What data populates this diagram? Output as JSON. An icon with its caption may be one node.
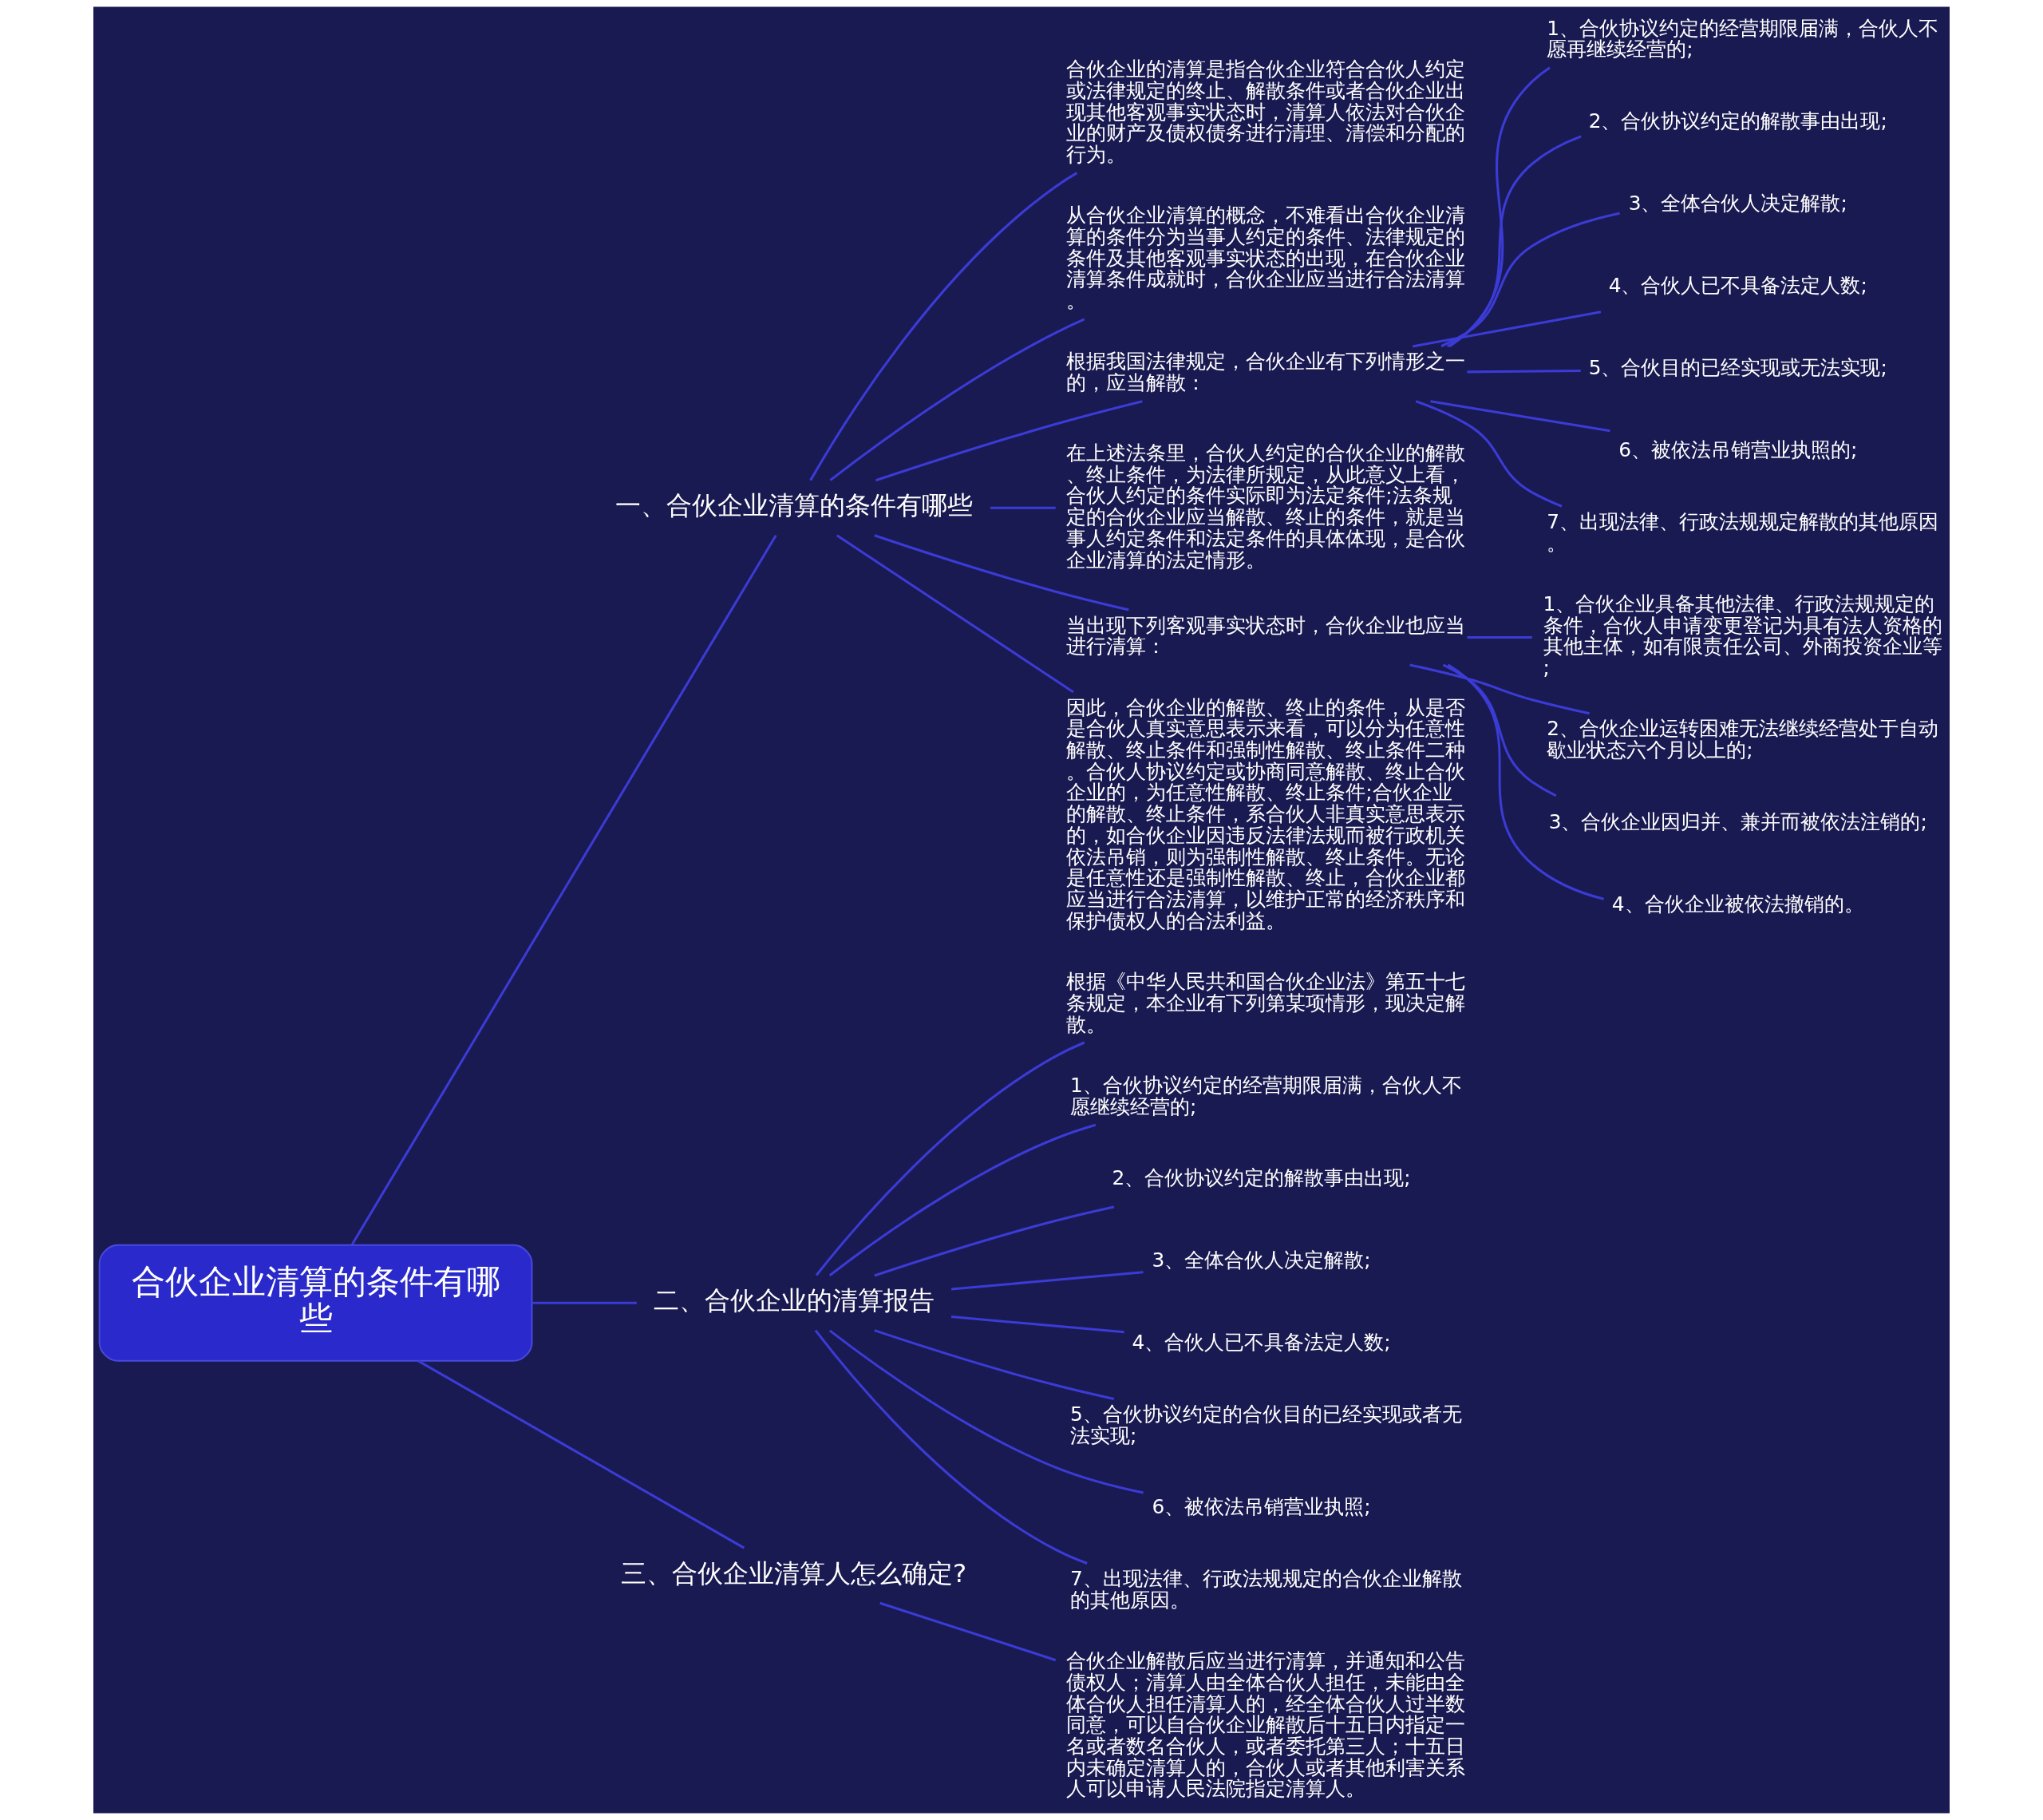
{
  "diagram": {
    "nodes": [
      {
        "text": [
          "合伙企业清算的条件有哪些"
        ]
      },
      {
        "text": [
          "一、合伙企业清算的条件有哪些"
        ]
      },
      {
        "text": [
          "合伙企业的清算是指合伙企业符合合伙人约定或法律规定的终止、解散条件或者合伙企业出现其他客观事实状态时，清算人依法对合伙企业的财产及债权债务进行清理、清偿和分配的行为。"
        ]
      },
      {
        "text": [
          "从合伙企业清算的概念，不难看出合伙企业清算的条件分为当事人约定的条件、法律规定的条件及其他客观事实状态的出现，在合伙企业清算条件成就时，合伙企业应当进行合法清算。"
        ]
      },
      {
        "text": [
          "根据我国法律规定，合伙企业有下列情形之一的，应当解散："
        ]
      },
      {
        "text": [
          "1、合伙协议约定的经营期限届满，合伙人不愿再继续经营的;"
        ]
      },
      {
        "text": [
          "2、合伙协议约定的解散事由出现;"
        ]
      },
      {
        "text": [
          "3、全体合伙人决定解散;"
        ]
      },
      {
        "text": [
          "4、合伙人已不具备法定人数;"
        ]
      },
      {
        "text": [
          "5、合伙目的已经实现或无法实现;"
        ]
      },
      {
        "text": [
          "6、被依法吊销营业执照的;"
        ]
      },
      {
        "text": [
          "7、出现法律、行政法规规定解散的其他原因。"
        ]
      },
      {
        "text": [
          "在上述法条里，合伙人约定的合伙企业的解散、终止条件，为法律所规定，从此意义上看，合伙人约定的条件实际即为法定条件;法条规定的合伙企业应当解散、终止的条件，就是当事人约定条件和法定条件的具体体现，是合伙企业清算的法定情形。"
        ]
      },
      {
        "text": [
          "当出现下列客观事实状态时，合伙企业也应当进行清算："
        ]
      },
      {
        "text": [
          "1、合伙企业具备其他法律、行政法规规定的条件，合伙人申请变更登记为具有法人资格的其他主体，如有限责任公司、外商投资企业等;"
        ]
      },
      {
        "text": [
          "2、合伙企业运转困难无法继续经营处于自动歇业状态六个月以上的;"
        ]
      },
      {
        "text": [
          "3、合伙企业因归并、兼并而被依法注销的;"
        ]
      },
      {
        "text": [
          "4、合伙企业被依法撤销的。"
        ]
      },
      {
        "text": [
          "因此，合伙企业的解散、终止的条件，从是否是合伙人真实意思表示来看，可以分为任意性解散、终止条件和强制性解散、终止条件二种。合伙人协议约定或协商同意解散、终止合伙企业的，为任意性解散、终止条件;合伙企业的解散、终止条件，系合伙人非真实意思表示的，如合伙企业因违反法律法规而被行政机关依法吊销，则为强制性解散、终止条件。无论是任意性还是强制性解散、终止，合伙企业都应当进行合法清算，以维护正常的经济秩序和保护债权人的合法利益。"
        ]
      },
      {
        "text": [
          "二、合伙企业的清算报告"
        ]
      },
      {
        "text": [
          "根据《中华人民共和国合伙企业法》第五十七条规定，本企业有下列第某项情形，现决定解散。"
        ]
      },
      {
        "text": [
          "1、合伙协议约定的经营期限届满，合伙人不愿继续经营的;"
        ]
      },
      {
        "text": [
          "2、合伙协议约定的解散事由出现;"
        ]
      },
      {
        "text": [
          "3、全体合伙人决定解散;"
        ]
      },
      {
        "text": [
          "4、合伙人已不具备法定人数;"
        ]
      },
      {
        "text": [
          "5、合伙协议约定的合伙目的已经实现或者无法实现;"
        ]
      },
      {
        "text": [
          "6、被依法吊销营业执照;"
        ]
      },
      {
        "text": [
          "7、出现法律、行政法规规定的合伙企业解散的其他原因。"
        ]
      },
      {
        "text": [
          "三、合伙企业清算人怎么确定?"
        ]
      },
      {
        "text": [
          "合伙企业解散后应当进行清算，并通知和公告债权人；清算人由全体合伙人担任，未能由全体合伙人担任清算人的，经全体合伙人过半数同意，可以自合伙企业解散后十五日内指定一名或者数名合伙人，或者委托第三人；十五日内未确定清算人的，合伙人或者其他利害关系人可以申请人民法院指定清算人。"
        ]
      }
    ],
    "edges": [
      {
        "from": 0,
        "to": 1,
        "arrow": "none"
      },
      {
        "from": 1,
        "to": 2,
        "arrow": "none"
      },
      {
        "from": 1,
        "to": 3,
        "arrow": "none"
      },
      {
        "from": 1,
        "to": 4,
        "arrow": "none"
      },
      {
        "from": 4,
        "to": 5,
        "arrow": "none"
      },
      {
        "from": 4,
        "to": 6,
        "arrow": "none"
      },
      {
        "from": 4,
        "to": 7,
        "arrow": "none"
      },
      {
        "from": 4,
        "to": 8,
        "arrow": "none"
      },
      {
        "from": 4,
        "to": 9,
        "arrow": "none"
      },
      {
        "from": 4,
        "to": 10,
        "arrow": "none"
      },
      {
        "from": 4,
        "to": 11,
        "arrow": "none"
      },
      {
        "from": 1,
        "to": 12,
        "arrow": "none"
      },
      {
        "from": 1,
        "to": 13,
        "arrow": "none"
      },
      {
        "from": 13,
        "to": 14,
        "arrow": "none"
      },
      {
        "from": 13,
        "to": 15,
        "arrow": "none"
      },
      {
        "from": 13,
        "to": 16,
        "arrow": "none"
      },
      {
        "from": 13,
        "to": 17,
        "arrow": "none"
      },
      {
        "from": 1,
        "to": 18,
        "arrow": "none"
      },
      {
        "from": 0,
        "to": 19,
        "arrow": "none"
      },
      {
        "from": 19,
        "to": 20,
        "arrow": "none"
      },
      {
        "from": 19,
        "to": 21,
        "arrow": "none"
      },
      {
        "from": 19,
        "to": 22,
        "arrow": "none"
      },
      {
        "from": 19,
        "to": 23,
        "arrow": "none"
      },
      {
        "from": 19,
        "to": 24,
        "arrow": "none"
      },
      {
        "from": 19,
        "to": 25,
        "arrow": "none"
      },
      {
        "from": 19,
        "to": 26,
        "arrow": "none"
      },
      {
        "from": 19,
        "to": 27,
        "arrow": "none"
      },
      {
        "from": 0,
        "to": 28,
        "arrow": "none"
      },
      {
        "from": 28,
        "to": 29,
        "arrow": "none"
      }
    ]
  }
}
